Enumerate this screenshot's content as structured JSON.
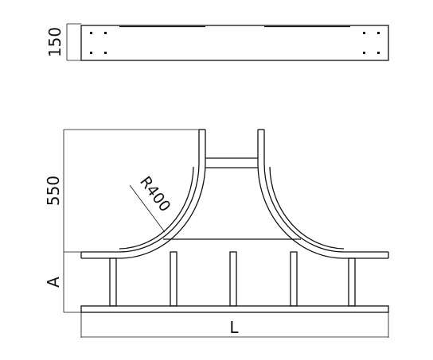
{
  "drawing": {
    "labels": {
      "height_top": "150",
      "height_main": "550",
      "radius": "R400",
      "dim_a": "A",
      "dim_l": "L"
    }
  }
}
